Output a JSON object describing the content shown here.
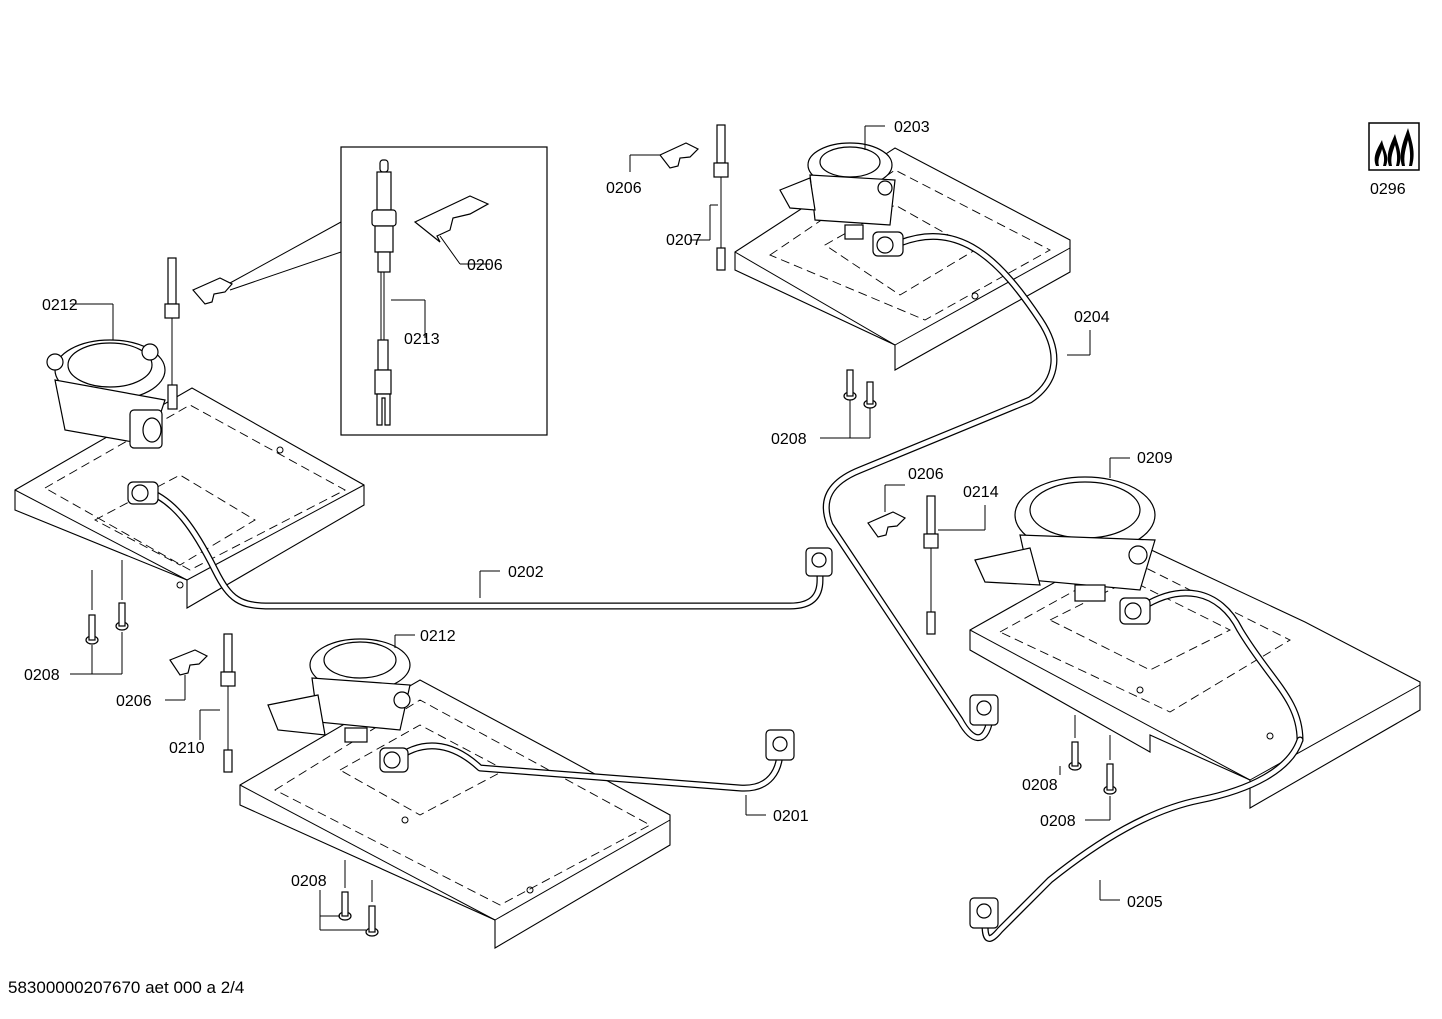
{
  "labels": {
    "l0201": "0201",
    "l0202": "0202",
    "l0203": "0203",
    "l0204": "0204",
    "l0205": "0205",
    "l0206a": "0206",
    "l0206b": "0206",
    "l0206c": "0206",
    "l0206d": "0206",
    "l0207": "0207",
    "l0208a": "0208",
    "l0208b": "0208",
    "l0208c": "0208",
    "l0208d": "0208",
    "l0208e": "0208",
    "l0209": "0209",
    "l0210": "0210",
    "l0212a": "0212",
    "l0212b": "0212",
    "l0213": "0213",
    "l0214": "0214",
    "l0296": "0296"
  },
  "footer": "58300000207670 aet 000 a 2/4",
  "icons": {
    "flame_symbol": "gas-flame-icon"
  }
}
